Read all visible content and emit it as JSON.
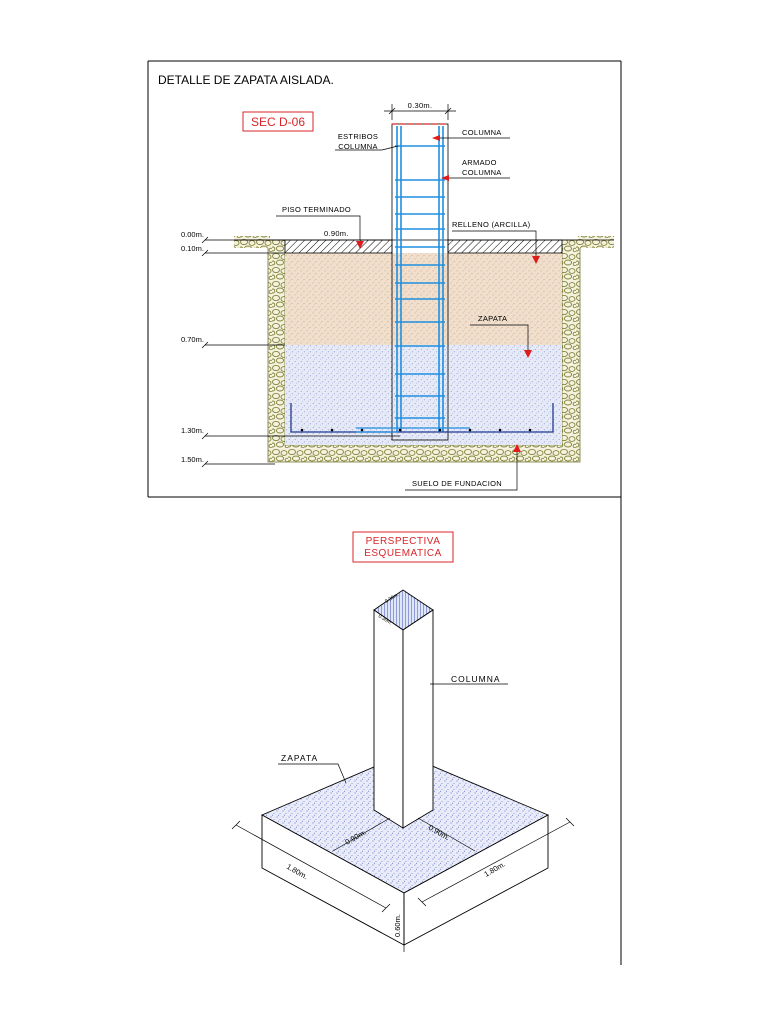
{
  "section": {
    "title": "DETALLE DE ZAPATA AISLADA.",
    "code": "SEC D-06",
    "top_dim": "0.30m.",
    "labels": {
      "estribos_1": "ESTRIBOS",
      "estribos_2": "COLUMNA",
      "columna": "COLUMNA",
      "armado_1": "ARMADO",
      "armado_2": "COLUMNA",
      "piso": "PISO TERMINADO",
      "dim_090": "0.90m.",
      "relleno": "RELLENO (ARCILLA)",
      "zapata": "ZAPATA",
      "suelo": "SUELO DE FUNDACION"
    },
    "levels": [
      "0.00m.",
      "0.10m.",
      "0.70m.",
      "1.30m.",
      "1.50m."
    ]
  },
  "perspective": {
    "title_1": "PERSPECTIVA",
    "title_2": "ESQUEMATICA",
    "columna": "COLUMNA",
    "zapata": "ZAPATA",
    "dim_top_a": "0.30m.",
    "dim_top_b": "0.30m.",
    "dim_090_a": "0.90m.",
    "dim_090_b": "0.90m.",
    "dim_180_a": "1.80m.",
    "dim_180_b": "1.80m.",
    "dim_060": "0.60m."
  },
  "colors": {
    "rebar": "#1f8fe0",
    "arrow": "#e01b1b",
    "fill_tan": "#f0dcc8",
    "fill_blue": "#e4e8f6",
    "stone": "#9aa04a"
  }
}
